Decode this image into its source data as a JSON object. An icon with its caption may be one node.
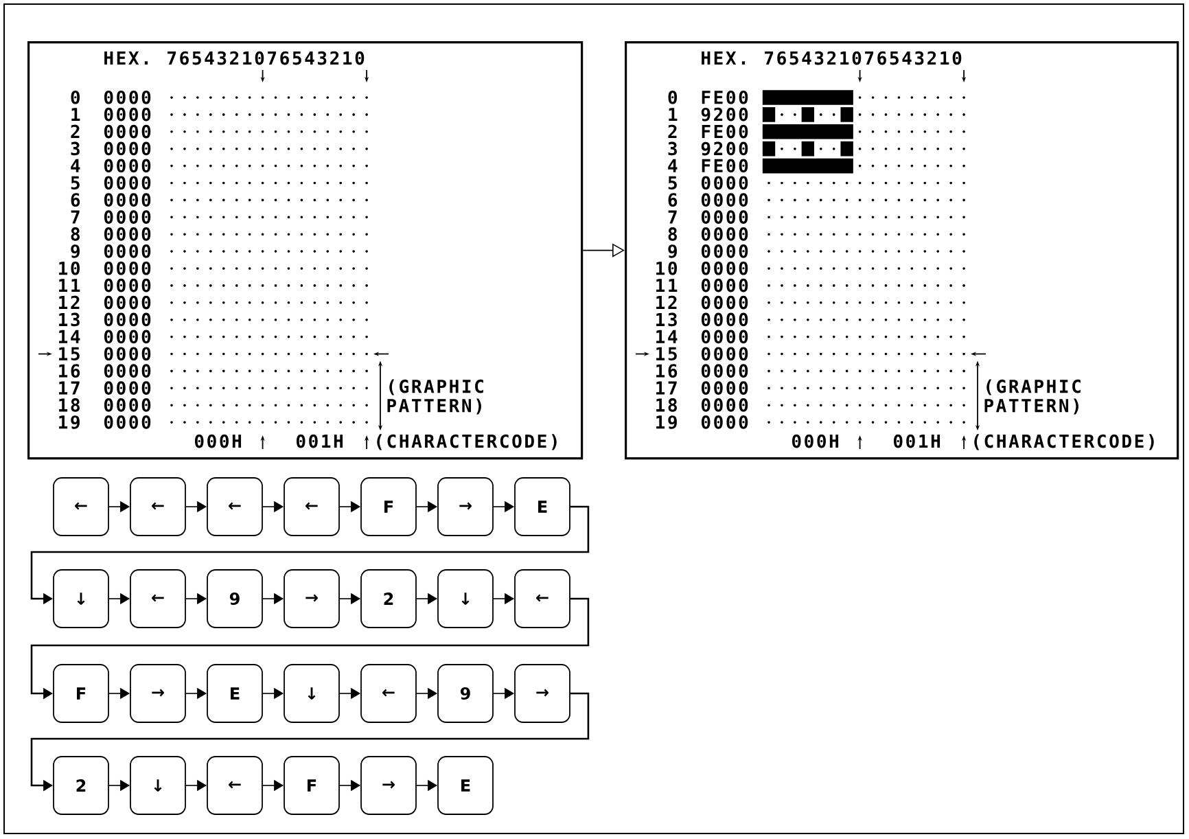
{
  "diagram": {
    "nodes": [
      {
        "text": [
          "HEX.",
          "7654321076543210",
          "0",
          "0000",
          "1",
          "0000",
          "2",
          "0000",
          "3",
          "0000",
          "4",
          "0000",
          "5",
          "0000",
          "6",
          "0000",
          "7",
          "0000",
          "8",
          "0000",
          "9",
          "0000",
          "10",
          "0000",
          "11",
          "0000",
          "12",
          "0000",
          "13",
          "0000",
          "14",
          "0000",
          "15",
          "0000",
          "16",
          "0000",
          "17",
          "0000",
          "18",
          "0000",
          "19",
          "0000",
          "(GRAPHIC PATTERN)",
          "000H",
          "001H",
          "(CHARACTERCODE)"
        ]
      },
      {
        "text": [
          "HEX.",
          "7654321076543210",
          "0",
          "FE00",
          "1",
          "9200",
          "2",
          "FE00",
          "3",
          "9200",
          "4",
          "FE00",
          "5",
          "0000",
          "6",
          "0000",
          "7",
          "0000",
          "8",
          "0000",
          "9",
          "0000",
          "10",
          "0000",
          "11",
          "0000",
          "12",
          "0000",
          "13",
          "0000",
          "14",
          "0000",
          "15",
          "0000",
          "16",
          "0000",
          "17",
          "0000",
          "18",
          "0000",
          "19",
          "0000",
          "(GRAPHIC PATTERN)",
          "000H",
          "001H",
          "(CHARACTERCODE)"
        ]
      },
      {
        "text": [
          "←"
        ]
      },
      {
        "text": [
          "←"
        ]
      },
      {
        "text": [
          "←"
        ]
      },
      {
        "text": [
          "←"
        ]
      },
      {
        "text": [
          "F"
        ]
      },
      {
        "text": [
          "→"
        ]
      },
      {
        "text": [
          "E"
        ]
      },
      {
        "text": [
          "↓"
        ]
      },
      {
        "text": [
          "←"
        ]
      },
      {
        "text": [
          "9"
        ]
      },
      {
        "text": [
          "→"
        ]
      },
      {
        "text": [
          "2"
        ]
      },
      {
        "text": [
          "↓"
        ]
      },
      {
        "text": [
          "←"
        ]
      },
      {
        "text": [
          "F"
        ]
      },
      {
        "text": [
          "→"
        ]
      },
      {
        "text": [
          "E"
        ]
      },
      {
        "text": [
          "↓"
        ]
      },
      {
        "text": [
          "←"
        ]
      },
      {
        "text": [
          "9"
        ]
      },
      {
        "text": [
          "→"
        ]
      },
      {
        "text": [
          "2"
        ]
      },
      {
        "text": [
          "↓"
        ]
      },
      {
        "text": [
          "←"
        ]
      },
      {
        "text": [
          "F"
        ]
      },
      {
        "text": [
          "→"
        ]
      },
      {
        "text": [
          "E"
        ]
      }
    ],
    "edges": [
      {
        "from": 0,
        "to": 1,
        "arrow": "to"
      },
      {
        "from": 2,
        "to": 3,
        "arrow": "to"
      },
      {
        "from": 3,
        "to": 4,
        "arrow": "to"
      },
      {
        "from": 4,
        "to": 5,
        "arrow": "to"
      },
      {
        "from": 5,
        "to": 6,
        "arrow": "to"
      },
      {
        "from": 6,
        "to": 7,
        "arrow": "to"
      },
      {
        "from": 7,
        "to": 8,
        "arrow": "to"
      },
      {
        "from": 8,
        "to": 9,
        "arrow": "to"
      },
      {
        "from": 9,
        "to": 10,
        "arrow": "to"
      },
      {
        "from": 10,
        "to": 11,
        "arrow": "to"
      },
      {
        "from": 11,
        "to": 12,
        "arrow": "to"
      },
      {
        "from": 12,
        "to": 13,
        "arrow": "to"
      },
      {
        "from": 13,
        "to": 14,
        "arrow": "to"
      },
      {
        "from": 14,
        "to": 15,
        "arrow": "to"
      },
      {
        "from": 15,
        "to": 16,
        "arrow": "to"
      },
      {
        "from": 16,
        "to": 17,
        "arrow": "to"
      },
      {
        "from": 17,
        "to": 18,
        "arrow": "to"
      },
      {
        "from": 18,
        "to": 19,
        "arrow": "to"
      },
      {
        "from": 19,
        "to": 20,
        "arrow": "to"
      },
      {
        "from": 20,
        "to": 21,
        "arrow": "to"
      },
      {
        "from": 21,
        "to": 22,
        "arrow": "to"
      },
      {
        "from": 22,
        "to": 23,
        "arrow": "to"
      },
      {
        "from": 23,
        "to": 24,
        "arrow": "to"
      },
      {
        "from": 24,
        "to": 25,
        "arrow": "to"
      },
      {
        "from": 25,
        "to": 26,
        "arrow": "to"
      },
      {
        "from": 26,
        "to": 27,
        "arrow": "to"
      },
      {
        "from": 27,
        "to": 28,
        "arrow": "to"
      }
    ]
  }
}
